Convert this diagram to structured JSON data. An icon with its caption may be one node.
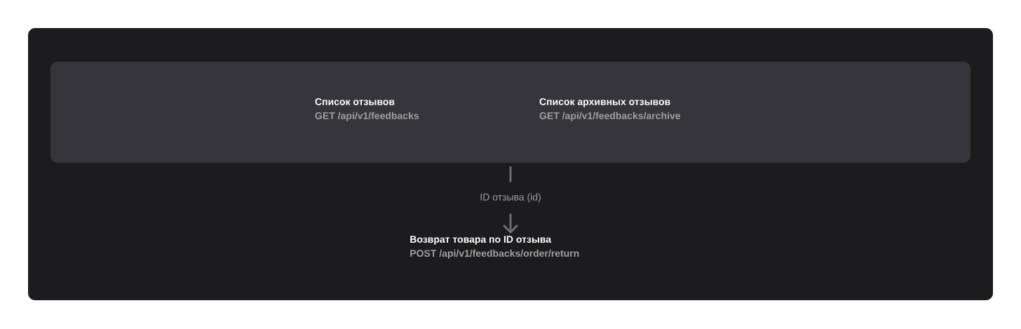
{
  "diagram": {
    "nodes": [
      {
        "text": [],
        "shape": "box"
      },
      {
        "text": [
          "Список отзывов",
          "GET /api/v1/feedbacks"
        ],
        "in": 0
      },
      {
        "text": [
          "Список архивных отзывов",
          "GET /api/v1/feedbacks/archive"
        ],
        "in": 0
      },
      {
        "text": [
          "Возврат товара по ID отзыва",
          "POST /api/v1/feedbacks/order/return"
        ]
      }
    ],
    "edges": [
      {
        "from": 0,
        "to": 3,
        "arrow": "to",
        "label": "ID отзыва (id)"
      }
    ]
  }
}
